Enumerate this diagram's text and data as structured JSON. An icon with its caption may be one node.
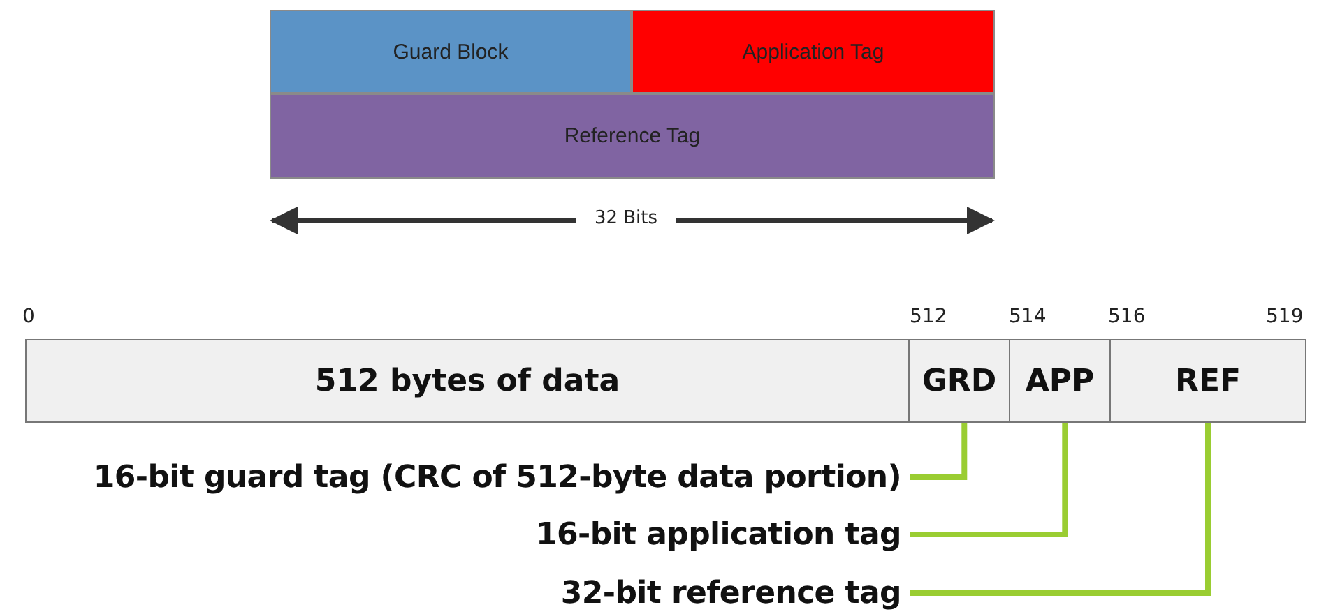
{
  "diagram": {
    "nodes": [
      {
        "text": [
          "Guard Block"
        ]
      },
      {
        "text": [
          "Application Tag"
        ]
      },
      {
        "text": [
          "Reference Tag"
        ]
      },
      {
        "text": [
          "512 bytes of data"
        ]
      },
      {
        "text": [
          "GRD"
        ]
      },
      {
        "text": [
          "APP"
        ]
      },
      {
        "text": [
          "REF"
        ]
      },
      {
        "text": [
          "16-bit guard tag (CRC of 512-byte data portion)"
        ]
      },
      {
        "text": [
          "16-bit application tag"
        ]
      },
      {
        "text": [
          "32-bit reference tag"
        ]
      }
    ],
    "edges": [
      {
        "from": 7,
        "to": 4,
        "arrow": "none"
      },
      {
        "from": 8,
        "to": 5,
        "arrow": "none"
      },
      {
        "from": 9,
        "to": 6,
        "arrow": "none"
      }
    ],
    "labels": [
      "32 Bits",
      "0",
      "512",
      "514",
      "516",
      "519"
    ]
  }
}
